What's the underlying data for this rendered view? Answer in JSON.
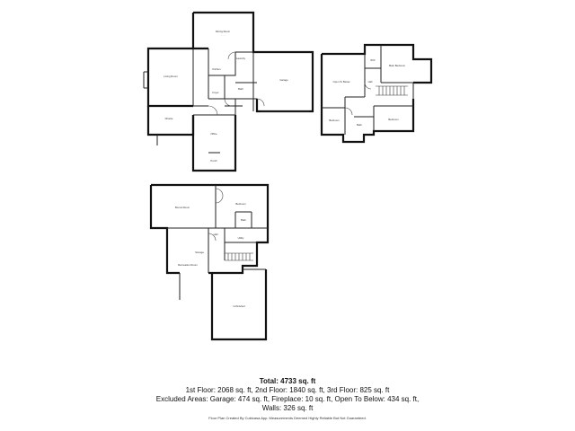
{
  "summary": {
    "total": "Total: 4733 sq. ft",
    "floors": "1st Floor: 2068 sq. ft, 2nd Floor: 1840 sq. ft, 3rd Floor: 825 sq. ft",
    "excluded_line1": "Excluded Areas: Garage: 474 sq. ft, Fireplace: 10 sq. ft, Open To Below: 434 sq. ft,",
    "excluded_line2": "Walls: 326 sq. ft",
    "disclaimer": "Floor Plan Created By Cubicasa App. Measurements Deemed Highly Reliable But Not Guaranteed."
  },
  "floor1": {
    "dining": "Dining Room",
    "garage": "Garage",
    "living": "Living Room",
    "kitchen": "Kitchen",
    "dinette": "Dinette",
    "foyer": "Foyer",
    "bath": "Bath",
    "laundry": "Laundry",
    "office": "Office",
    "front_porch": "Porch"
  },
  "floor2": {
    "main_bedroom": "Main Bedroom",
    "bedroom_a": "Bedroom",
    "bedroom_b": "Bedroom",
    "bath": "Bath",
    "closet": "WIC",
    "hall": "Hall",
    "open_below": "Open To Below"
  },
  "floor3": {
    "bonus": "Bonus Room",
    "storage": "Storage",
    "bedroom": "Bedroom",
    "recreation": "Recreation Room",
    "bath": "Bath",
    "utility": "Utility",
    "hall": "Hall",
    "unfinished": "Unfinished"
  }
}
